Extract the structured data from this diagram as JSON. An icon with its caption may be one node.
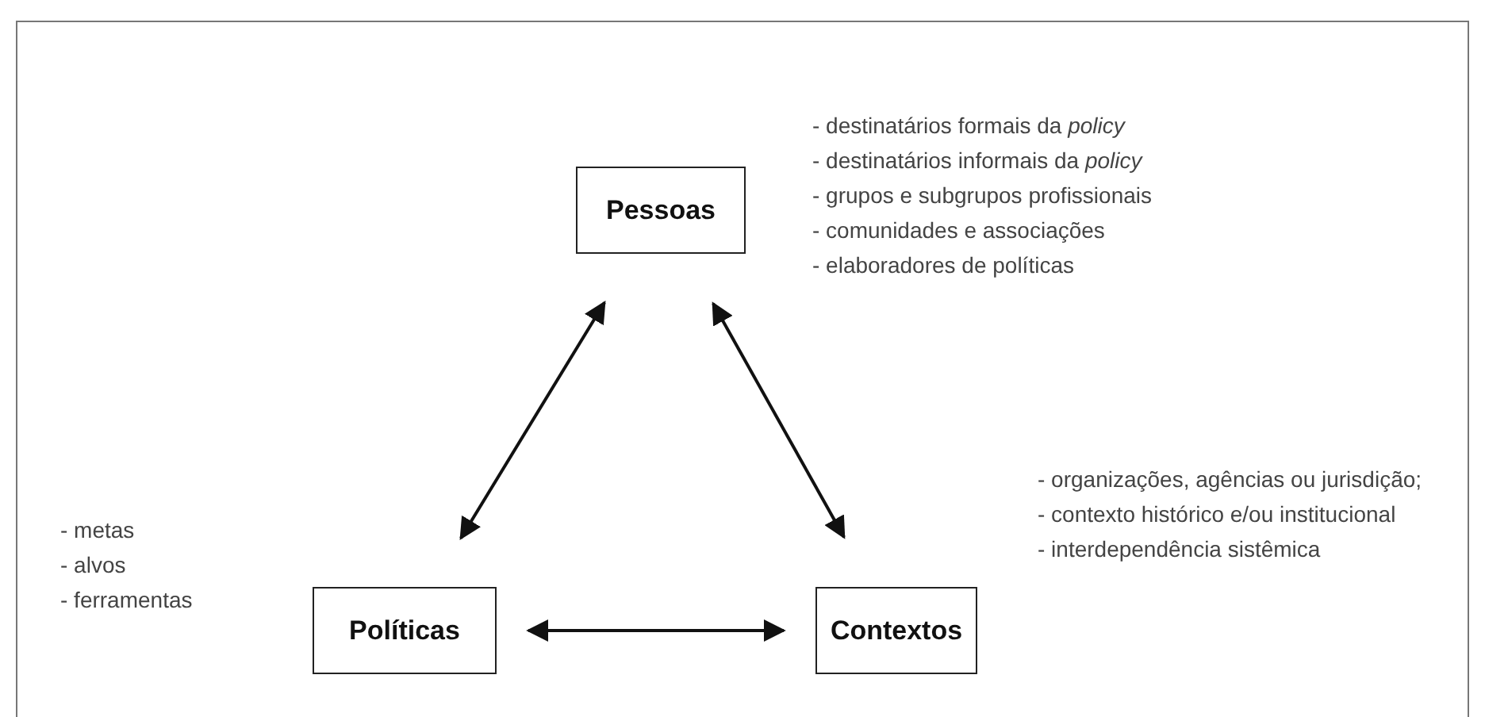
{
  "diagram": {
    "nodes": [
      {
        "text": [
          "Pessoas"
        ],
        "beside": [
          "- destinatários formais da *policy*",
          "- destinatários informais da *policy*",
          "- grupos e subgrupos profissionais",
          "- comunidades e associações",
          "- elaboradores de políticas"
        ]
      },
      {
        "text": [
          "Políticas"
        ],
        "beside": [
          "- metas",
          "- alvos",
          "- ferramentas"
        ]
      },
      {
        "text": [
          "Contextos"
        ],
        "beside": [
          "- organizações, agências ou jurisdição;",
          "- contexto histórico e/ou institucional",
          "- interdependência sistêmica"
        ]
      }
    ],
    "edges": [
      {
        "from": 0,
        "to": 1,
        "arrow": "both"
      },
      {
        "from": 0,
        "to": 2,
        "arrow": "both"
      },
      {
        "from": 1,
        "to": 2,
        "arrow": "both"
      }
    ]
  }
}
